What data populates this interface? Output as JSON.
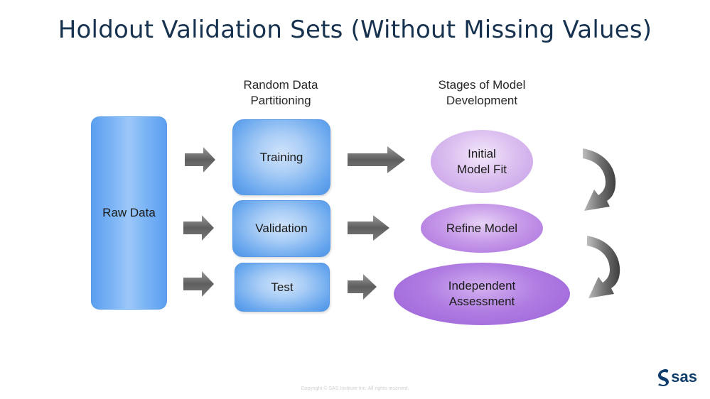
{
  "title": "Holdout Validation Sets (Without Missing Values)",
  "headers": {
    "partition": [
      "Random Data",
      "Partitioning"
    ],
    "stages": [
      "Stages of Model",
      "Development"
    ]
  },
  "raw_data_label": "Raw Data",
  "partitions": {
    "training": "Training",
    "validation": "Validation",
    "test": "Test"
  },
  "stages": {
    "initial": [
      "Initial",
      "Model Fit"
    ],
    "refine": "Refine Model",
    "independent": [
      "Independent",
      "Assessment"
    ]
  },
  "footer": "Copyright © SAS Institute Inc. All rights reserved.",
  "logo_text": "sas",
  "colors": {
    "title": "#17324f",
    "blue_box": "#6aa8ee",
    "purple_light": "#dcc0f0",
    "purple_mid": "#c79ae9",
    "purple_dark": "#a86fdc",
    "arrow": "#6b6b6b",
    "logo": "#0e3d6b"
  }
}
